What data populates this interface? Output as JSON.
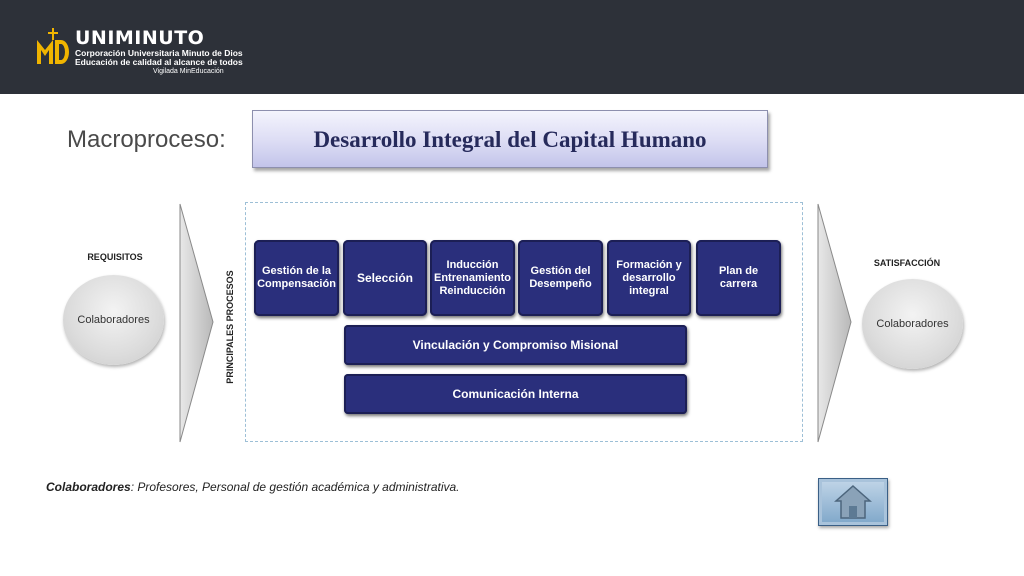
{
  "header": {
    "logo_name": "UNIMINUTO",
    "logo_line1": "Corporación Universitaria Minuto de Dios",
    "logo_line2": "Educación de calidad al alcance de todos",
    "logo_line3": "Vigilada MinEducación",
    "logo_mark_text": "MD"
  },
  "title": {
    "label": "Macroproceso:",
    "box_text": "Desarrollo Integral del Capital Humano"
  },
  "left": {
    "label": "REQUISITOS",
    "circle_text": "Colaboradores"
  },
  "right": {
    "label": "SATISFACCIÓN",
    "circle_text": "Colaboradores"
  },
  "processes": {
    "vertical_label": "PRINCIPALES PROCESOS",
    "boxes": [
      "Gestión de la Compensación",
      "Selección",
      "Inducción Entrenamiento Reinducción",
      "Gestión del Desempeño",
      "Formación y desarrollo integral",
      "Plan de carrera"
    ],
    "wide": [
      "Vinculación y Compromiso Misional",
      "Comunicación Interna"
    ]
  },
  "footnote": {
    "term": "Colaboradores",
    "text": ": Profesores, Personal de gestión académica y administrativa."
  },
  "colors": {
    "header_bg": "#2d3139",
    "process_fill": "#2a2f7c",
    "title_text": "#262a5b",
    "logo_accent": "#f0b400"
  },
  "icons": {
    "home_button": "home-icon"
  }
}
